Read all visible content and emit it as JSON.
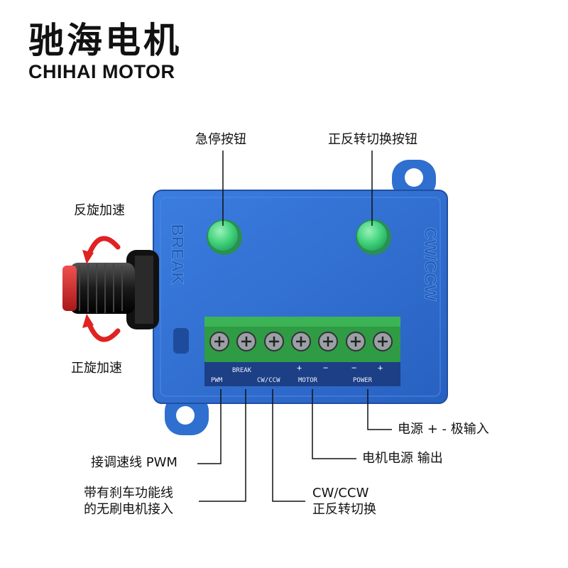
{
  "brand": {
    "name_cn": "驰海电机",
    "name_en": "CHIHAI MOTOR"
  },
  "device": {
    "enclosure_color": "#2f6fd0",
    "terminal_color": "#35a44a",
    "button_color": "#3fd17a",
    "embossed_left": "BREAK",
    "embossed_right": "CW/CCW",
    "terminal_labels": {
      "pwm": "PWM",
      "break": "BREAK",
      "cw_ccw": "CW/CCW",
      "motor": "MOTOR",
      "motor_plus": "+",
      "motor_minus": "−",
      "power": "POWER",
      "power_minus": "−",
      "power_plus": "+"
    }
  },
  "callouts": {
    "emergency_stop": "急停按钮",
    "direction_switch": "正反转切换按钮",
    "ccw_accelerate": "反旋加速",
    "cw_accelerate": "正旋加速",
    "power_input": "电源 + - 极输入",
    "motor_output": "电机电源 输出",
    "pwm_line": "接调速线 PWM",
    "brake_line_1": "带有刹车功能线",
    "brake_line_2": "的无刷电机接入",
    "cw_ccw_line_1": "CW/CCW",
    "cw_ccw_line_2": "正反转切换"
  }
}
